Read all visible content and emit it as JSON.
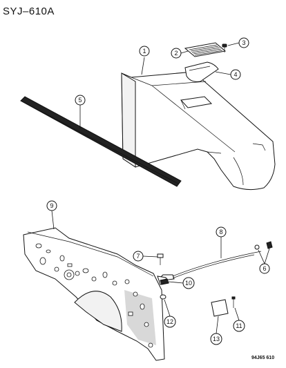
{
  "title": "SYJ–610A",
  "footer_code": "94J65 610",
  "callouts": [
    {
      "id": "1",
      "label": "1"
    },
    {
      "id": "2",
      "label": "2"
    },
    {
      "id": "3",
      "label": "3"
    },
    {
      "id": "4",
      "label": "4"
    },
    {
      "id": "5",
      "label": "5"
    },
    {
      "id": "6",
      "label": "6"
    },
    {
      "id": "7",
      "label": "7"
    },
    {
      "id": "8",
      "label": "8"
    },
    {
      "id": "9",
      "label": "9"
    },
    {
      "id": "10",
      "label": "10"
    },
    {
      "id": "11",
      "label": "11"
    },
    {
      "id": "12",
      "label": "12"
    },
    {
      "id": "13",
      "label": "13"
    }
  ]
}
